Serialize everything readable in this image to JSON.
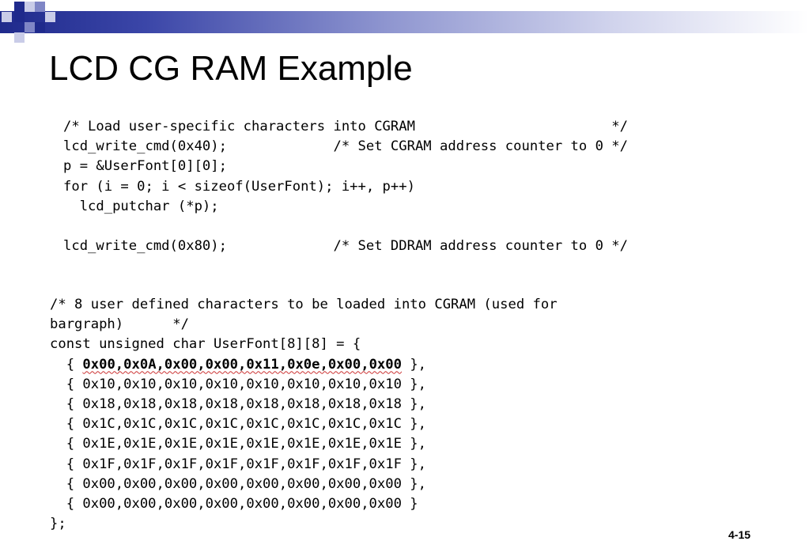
{
  "slide": {
    "title": "LCD CG RAM Example",
    "page_number": "4-15"
  },
  "colors": {
    "header_dark": "#1f2a8c",
    "header_mid": "#7f86c6",
    "header_light": "#c9cce8",
    "squiggle": "#cc3333"
  },
  "code_top": [
    "/* Load user-specific characters into CGRAM                        */",
    "lcd_write_cmd(0x40);             /* Set CGRAM address counter to 0 */",
    "p = &UserFont[0][0];",
    "for (i = 0; i < sizeof(UserFont); i++, p++)",
    "  lcd_putchar (*p);",
    "",
    "lcd_write_cmd(0x80);             /* Set DDRAM address counter to 0 */"
  ],
  "code_bottom": {
    "line1": "/* 8 user defined characters to be loaded into CGRAM (used for",
    "line2": "bargraph)      */",
    "line3": "const unsigned char UserFont[8][8] = {",
    "row0_prefix": "  { ",
    "row0_highlight": "0x00,0x0A,0x00,0x00,0x11,0x0e,0x00,0x00",
    "row0_suffix": " },",
    "rows": [
      "  { 0x10,0x10,0x10,0x10,0x10,0x10,0x10,0x10 },",
      "  { 0x18,0x18,0x18,0x18,0x18,0x18,0x18,0x18 },",
      "  { 0x1C,0x1C,0x1C,0x1C,0x1C,0x1C,0x1C,0x1C },",
      "  { 0x1E,0x1E,0x1E,0x1E,0x1E,0x1E,0x1E,0x1E },",
      "  { 0x1F,0x1F,0x1F,0x1F,0x1F,0x1F,0x1F,0x1F },",
      "  { 0x00,0x00,0x00,0x00,0x00,0x00,0x00,0x00 },",
      "  { 0x00,0x00,0x00,0x00,0x00,0x00,0x00,0x00 }"
    ],
    "closing": "};"
  }
}
